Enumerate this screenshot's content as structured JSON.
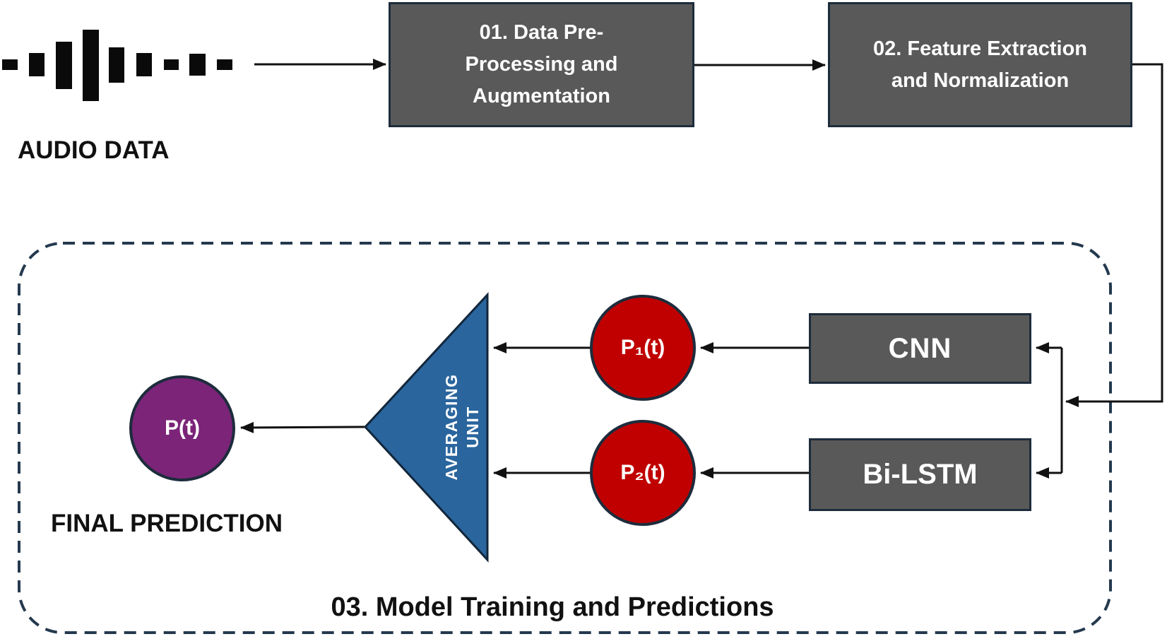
{
  "diagram_title": "Audio classification pipeline",
  "labels": {
    "audio_data": "AUDIO DATA",
    "final_prediction": "FINAL PREDICTION",
    "model_training": "03. Model Training and Predictions"
  },
  "boxes": {
    "preprocessing": "01. Data Pre-Processing and Augmentation",
    "feature_extraction": "02. Feature Extraction and Normalization",
    "cnn": "CNN",
    "bilstm": "Bi-LSTM"
  },
  "nodes": {
    "p1": "P₁(t)",
    "p2": "P₂(t)",
    "p_final": "P(t)",
    "averaging_line1": "AVERAGING",
    "averaging_line2": "UNIT"
  },
  "icons": {
    "audio_waveform": "audio-waveform-icon"
  },
  "colors": {
    "box_fill": "#595959",
    "box_border": "#1d2c3c",
    "prediction_red": "#c00000",
    "final_purple": "#7b2478",
    "averaging_blue": "#2a659d",
    "dashed_border": "#24394e",
    "arrow": "#111111",
    "text_on_dark": "#ffffff",
    "text_dark": "#111111",
    "background": "#ffffff"
  }
}
